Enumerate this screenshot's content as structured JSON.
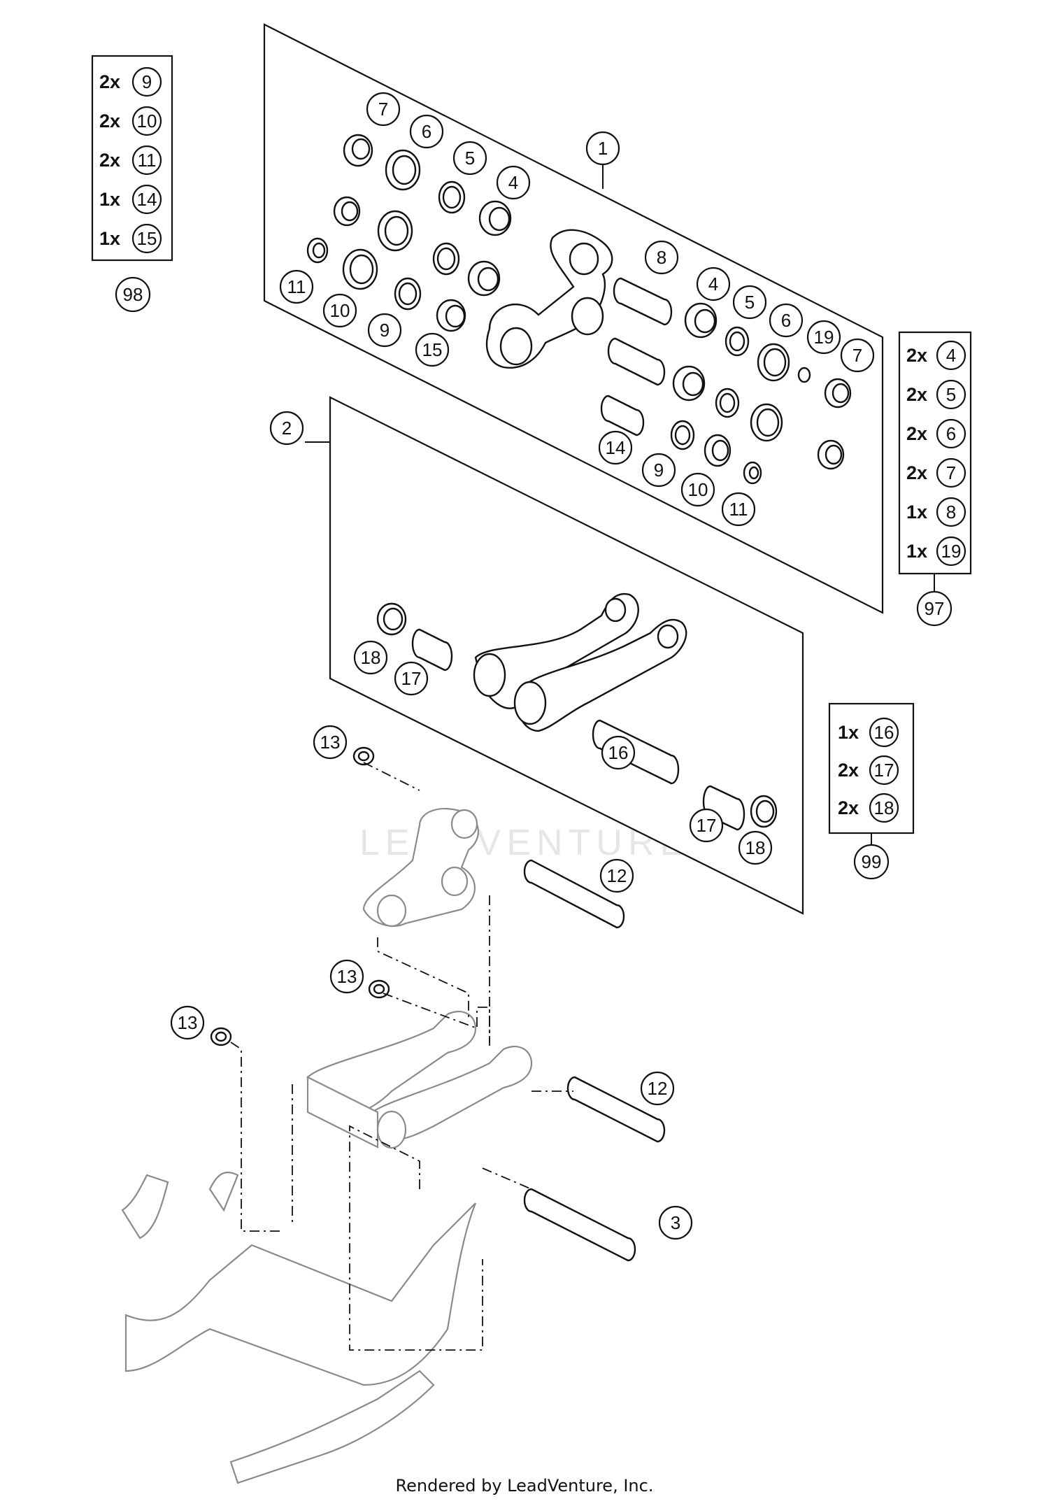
{
  "footer": {
    "credit": "Rendered by LeadVenture, Inc."
  },
  "watermark": {
    "text": "LEADVENTURE"
  },
  "kits": [
    {
      "id": "98",
      "rows": [
        {
          "qty": "2x",
          "part": "9"
        },
        {
          "qty": "2x",
          "part": "10"
        },
        {
          "qty": "2x",
          "part": "11"
        },
        {
          "qty": "1x",
          "part": "14"
        },
        {
          "qty": "1x",
          "part": "15"
        }
      ]
    },
    {
      "id": "97",
      "rows": [
        {
          "qty": "2x",
          "part": "4"
        },
        {
          "qty": "2x",
          "part": "5"
        },
        {
          "qty": "2x",
          "part": "6"
        },
        {
          "qty": "2x",
          "part": "7"
        },
        {
          "qty": "1x",
          "part": "8"
        },
        {
          "qty": "1x",
          "part": "19"
        }
      ]
    },
    {
      "id": "99",
      "rows": [
        {
          "qty": "1x",
          "part": "16"
        },
        {
          "qty": "2x",
          "part": "17"
        },
        {
          "qty": "2x",
          "part": "18"
        }
      ]
    }
  ],
  "callouts": [
    "1",
    "2",
    "3",
    "4",
    "4",
    "5",
    "5",
    "6",
    "6",
    "7",
    "7",
    "8",
    "9",
    "9",
    "10",
    "10",
    "11",
    "11",
    "12",
    "12",
    "13",
    "13",
    "13",
    "14",
    "15",
    "16",
    "17",
    "17",
    "18",
    "18",
    "19"
  ]
}
